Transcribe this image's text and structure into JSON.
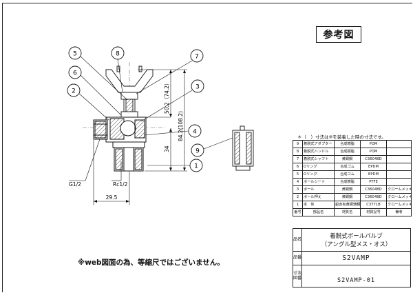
{
  "stamp": "参考図",
  "dim_note": "＊（　）寸法は⑨を装着した時の寸法です。",
  "disclaimer": "※web図面の為、等縮尺ではございません。",
  "callouts": [
    "1",
    "2",
    "3",
    "4",
    "5",
    "6",
    "7",
    "8",
    "9"
  ],
  "dimensions": {
    "d502": "50.2（74.2）",
    "d842": "84.2(108.2)",
    "d34": "34",
    "d295": "29.5",
    "g12": "G1/2",
    "rc12": "Rc1/2"
  },
  "parts_table": {
    "header": [
      "番号",
      "部品名",
      "材質名",
      "材質記号",
      "備考"
    ],
    "rows": [
      [
        "9",
        "着脱式アダプター",
        "合成樹脂",
        "POM",
        ""
      ],
      [
        "8",
        "着脱式ハンドル",
        "合成樹脂",
        "POM",
        ""
      ],
      [
        "7",
        "着脱式シャフト",
        "黄銅鋼",
        "C3604BD",
        ""
      ],
      [
        "6",
        "Oリング",
        "合成ゴム",
        "EPDM",
        ""
      ],
      [
        "5",
        "Oリング",
        "合成ゴム",
        "EPDM",
        ""
      ],
      [
        "4",
        "ボールシート",
        "合成樹脂",
        "PTFE",
        ""
      ],
      [
        "3",
        "ボール",
        "黄銅鋼",
        "C3604BD",
        "クロームメッキ"
      ],
      [
        "2",
        "ボール押え",
        "黄銅鋼",
        "C3604BD",
        "クロームメッキ"
      ],
      [
        "1",
        "本　体",
        "鉛含有黄銅鋳鋼",
        "C3771B",
        "クロームメッキ"
      ]
    ]
  },
  "title_block": {
    "name_label": "品名",
    "name_line1": "着脱式ボールバルブ",
    "name_line2": "（アングル型メス・オス）",
    "number_label": "品番",
    "number": "S2VAMP",
    "drawing_label": "寸法図番",
    "drawing_number": "S2VAMP-01"
  }
}
